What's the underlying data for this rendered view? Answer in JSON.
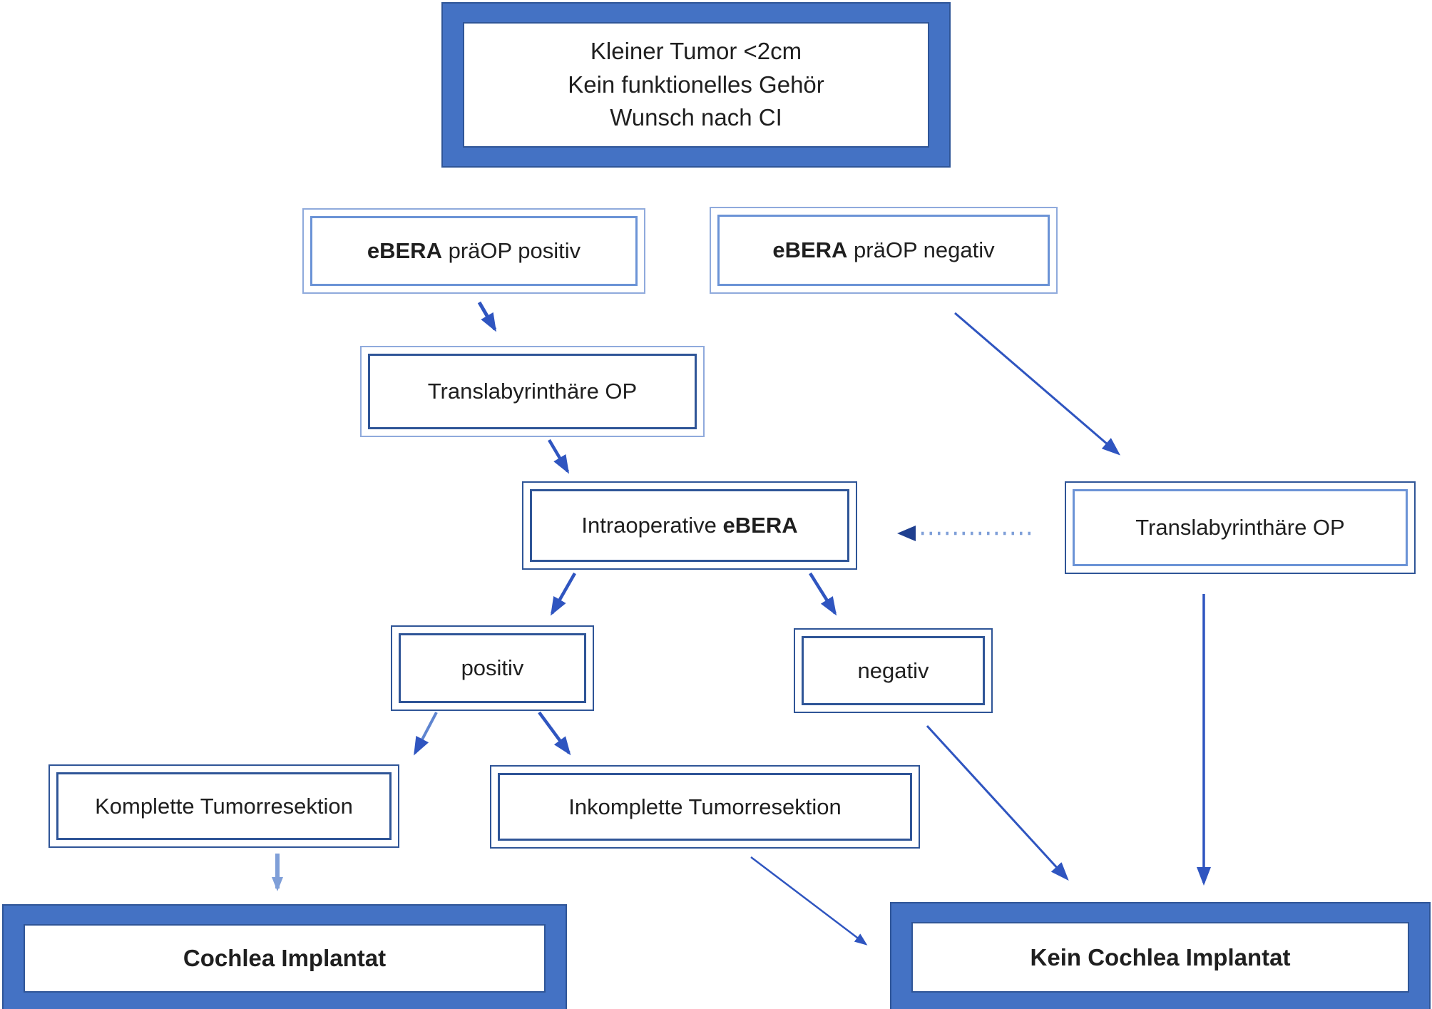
{
  "diagram": {
    "nodes": {
      "start": {
        "lines": [
          "Kleiner Tumor <2cm",
          "Kein funktionelles Gehör",
          "Wunsch nach CI"
        ]
      },
      "ebera_praop_positiv": {
        "bold": "eBERA",
        "rest": " präOP positiv"
      },
      "ebera_praop_negativ": {
        "bold": "eBERA",
        "rest": " präOP negativ"
      },
      "translab_left": {
        "text": "Translabyrinthäre OP"
      },
      "intraop_ebera": {
        "pre": "Intraoperative ",
        "bold": "eBERA"
      },
      "translab_right": {
        "text": "Translabyrinthäre OP"
      },
      "positiv": {
        "text": "positiv"
      },
      "negativ": {
        "text": "negativ"
      },
      "komplette": {
        "text": "Komplette Tumorresektion"
      },
      "inkomplette": {
        "text": "Inkomplette Tumorresektion"
      },
      "cochlea": {
        "text": "Cochlea Implantat"
      },
      "kein_cochlea": {
        "text": "Kein Cochlea Implantat"
      }
    },
    "colors": {
      "accent": "#4472C4",
      "navy": "#2F5597",
      "light": "#8FAADC",
      "arrow": "#2F55C0",
      "arrow_mid": "#5f85d0",
      "arrow_light": "#7F9FD8",
      "arrow_head_navy": "#1F3F8F",
      "text": "#1f1f1f"
    }
  }
}
